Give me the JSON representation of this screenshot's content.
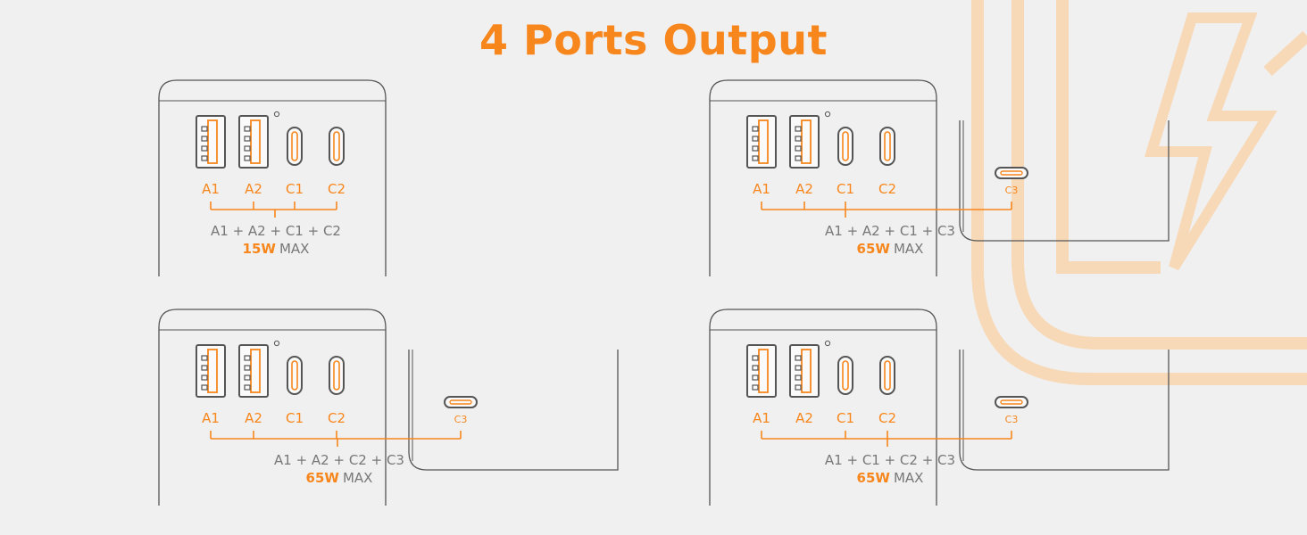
{
  "title": "4 Ports Output",
  "colors": {
    "accent": "#f7861c",
    "outline": "#555555",
    "text": "#777777",
    "watermark": "#f7d9b8",
    "background": "#f0f0f0"
  },
  "panels": [
    {
      "ports": [
        "A1",
        "A2",
        "C1",
        "C2"
      ],
      "combination": "A1 + A2 + C1 + C2",
      "power": "15W",
      "max_label": "MAX",
      "external": null
    },
    {
      "ports": [
        "A1",
        "A2",
        "C1",
        "C2"
      ],
      "combination": "A1 + A2 + C1 + C3",
      "power": "65W",
      "max_label": "MAX",
      "external": "C3"
    },
    {
      "ports": [
        "A1",
        "A2",
        "C1",
        "C2"
      ],
      "combination": "A1 + A2 + C2 + C3",
      "power": "65W",
      "max_label": "MAX",
      "external": "C3"
    },
    {
      "ports": [
        "A1",
        "A2",
        "C1",
        "C2"
      ],
      "combination": "A1 + C1 + C2 + C3",
      "power": "65W",
      "max_label": "MAX",
      "external": "C3"
    }
  ]
}
